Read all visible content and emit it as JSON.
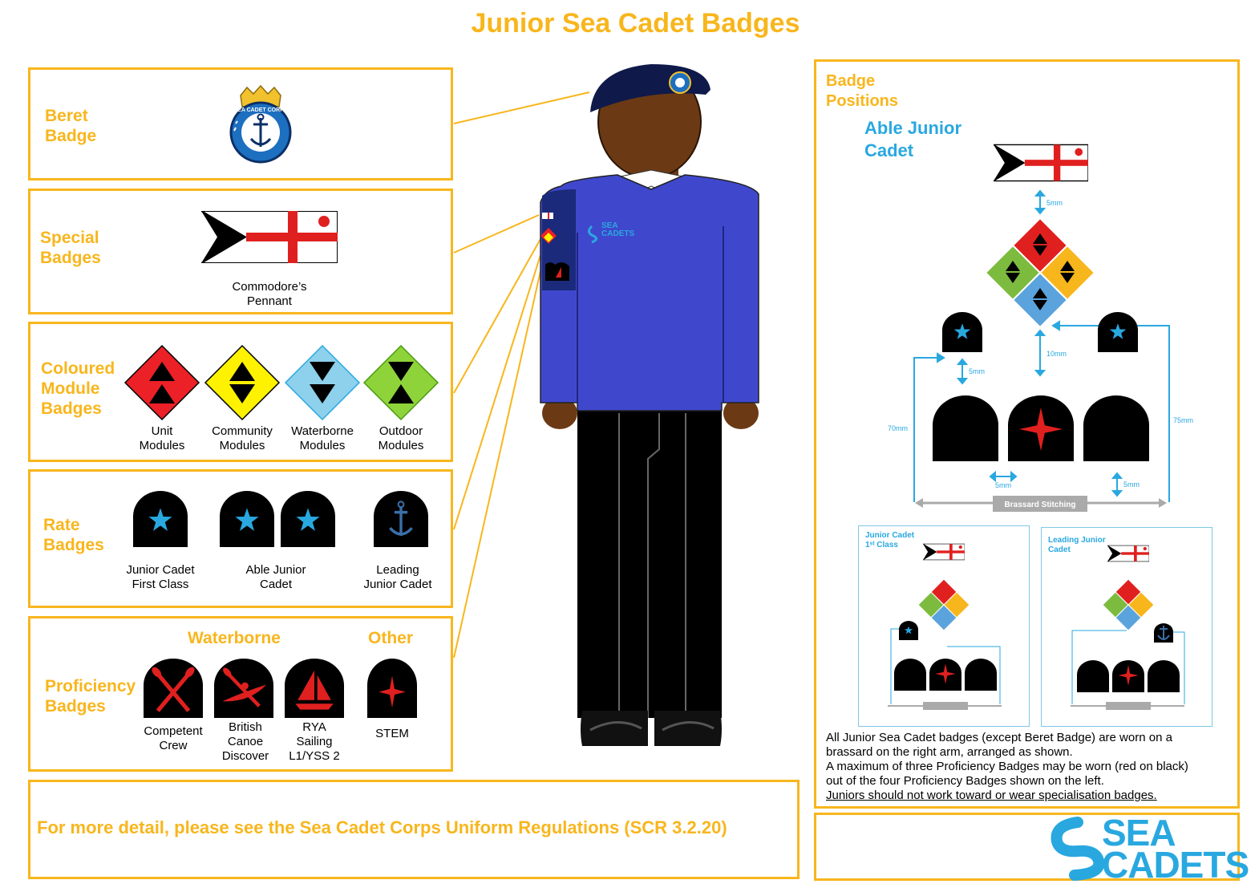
{
  "title": "Junior Sea Cadet Badges",
  "colors": {
    "accent": "#f8b61d",
    "blue": "#29a8e0",
    "sweater": "#3f48cc",
    "navy": "#0f1a4a"
  },
  "sections": {
    "beret": {
      "label": "Beret\nBadge",
      "icon": "sea-cadet-corps-crest-icon",
      "crest_text": "SEA CADET CORPS"
    },
    "special": {
      "label": "Special\nBadges",
      "caption": "Commodore’s\nPennant"
    },
    "coloured": {
      "label": "Coloured\nModule\nBadges",
      "badges": [
        {
          "caption": "Unit\nModules",
          "color": "#ec2027"
        },
        {
          "caption": "Community\nModules",
          "color": "#fff200"
        },
        {
          "caption": "Waterborne\nModules",
          "color": "#8dd1ec"
        },
        {
          "caption": "Outdoor\nModules",
          "color": "#8fd33a"
        }
      ]
    },
    "rate": {
      "label": "Rate\nBadges",
      "captions": [
        "Junior Cadet\nFirst Class",
        "Able Junior\nCadet",
        "Leading\nJunior Cadet"
      ]
    },
    "proficiency": {
      "label": "Proficiency\nBadges",
      "waterborne_heading": "Waterborne",
      "other_heading": "Other",
      "badges": [
        {
          "caption": "Competent\nCrew",
          "icon": "crossed-oars-icon"
        },
        {
          "caption": "British\nCanoe\nDiscover",
          "icon": "kayak-icon"
        },
        {
          "caption": "RYA\nSailing\nL1/YSS 2",
          "icon": "sailboat-icon"
        },
        {
          "caption": "STEM",
          "icon": "red-star-icon"
        }
      ]
    }
  },
  "figure": {
    "sweater_text": "SEA\nCADETS"
  },
  "positions": {
    "title": "Badge\nPositions",
    "subtitle": "Able Junior\nCadet",
    "measurements": {
      "pennant_gap": "5mm",
      "module_gap": "10mm",
      "rate_gap": "5mm",
      "left_height": "70mm",
      "right_height": "75mm",
      "badge_gap": "5mm",
      "bottom_gap": "5mm"
    },
    "brassard_label": "Brassard Stitching",
    "mini_left_title": "Junior Cadet\n1ˢᵗ Class",
    "mini_right_title": "Leading Junior\nCadet",
    "notes": [
      "All Junior Sea Cadet badges (except Beret Badge) are worn on a",
      "brassard on the right arm, arranged as shown.",
      "A maximum of three Proficiency Badges may be worn (red on black)",
      "out of the four Proficiency Badges shown on the left.",
      "Juniors should not work toward or wear specialisation badges."
    ]
  },
  "footer": {
    "text": "For more detail, please see the Sea Cadet Corps Uniform Regulations (SCR 3.2.20)",
    "logo": "SEA\nCADETS"
  }
}
